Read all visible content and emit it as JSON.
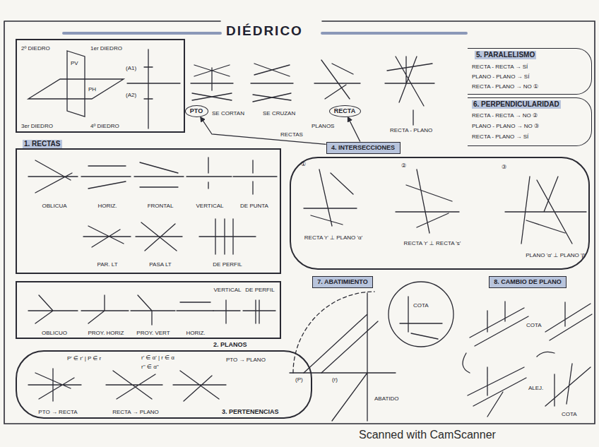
{
  "diagram": {
    "title": "DIÉDRICO",
    "nodes": [
      {
        "text": [
          "2º DIEDRO",
          "1er DIEDRO",
          "3er DIEDRO",
          "4º DIEDRO"
        ]
      },
      {
        "text": [
          "1. RECTAS",
          "OBLICUA",
          "HORIZ.",
          "FRONTAL",
          "VERTICAL",
          "DE PUNTA",
          "PAR. LT",
          "PASA LT",
          "DE PERFIL"
        ]
      },
      {
        "text": [
          "OBLICUO",
          "PROY. HORIZ",
          "PROY. VERT",
          "HORIZ.",
          "VERTICAL",
          "DE PERFIL",
          "2. PLANOS"
        ]
      },
      {
        "text": [
          "PTO → RECTA",
          "RECTA → PLANO",
          "PTO → PLANO",
          "3. PERTENENCIAS"
        ]
      },
      {
        "text": [
          "PTO"
        ]
      },
      {
        "text": [
          "RECTA"
        ]
      },
      {
        "text": [
          "4. INTERSECCIONES"
        ]
      },
      {
        "text": [
          "RECTA 'r' ⊥ PLANO 'α'",
          "RECTA 'r' ⊥ RECTA 's'",
          "PLANO 'α' ⊥ PLANO 'β'"
        ]
      },
      {
        "text": [
          "5. PARALELISMO",
          "RECTA - RECTA → SÍ",
          "PLANO - PLANO → SÍ",
          "RECTA - PLANO → NO ①"
        ]
      },
      {
        "text": [
          "6. PERPENDICULARIDAD",
          "RECTA - RECTA → NO ②",
          "PLANO - PLANO → NO ③",
          "RECTA - PLANO → SÍ"
        ]
      },
      {
        "text": [
          "7. ABATIMIENTO"
        ]
      },
      {
        "text": [
          "8. CAMBIO DE PLANO"
        ]
      }
    ],
    "edges": [
      {
        "from": 6,
        "to": 4,
        "arrow": "to",
        "label": "RECTAS"
      },
      {
        "from": 6,
        "to": 5,
        "arrow": "to",
        "label": "PLANOS"
      }
    ],
    "labels": [
      "PV",
      "PH",
      "(A1)",
      "(A2)",
      "SE CORTAN",
      "SE CRUZAN",
      "RECTA - PLANO",
      "①",
      "②",
      "③",
      "P' ∈ r' | P ∈ r",
      "r' ∈ α' | r ∈ α",
      "r'' ∈ α''",
      "ABATIDO",
      "(r)",
      "(P)",
      "COTA",
      "COTA",
      "ALEJ.",
      "COTA",
      "Scanned with CamScanner"
    ]
  }
}
